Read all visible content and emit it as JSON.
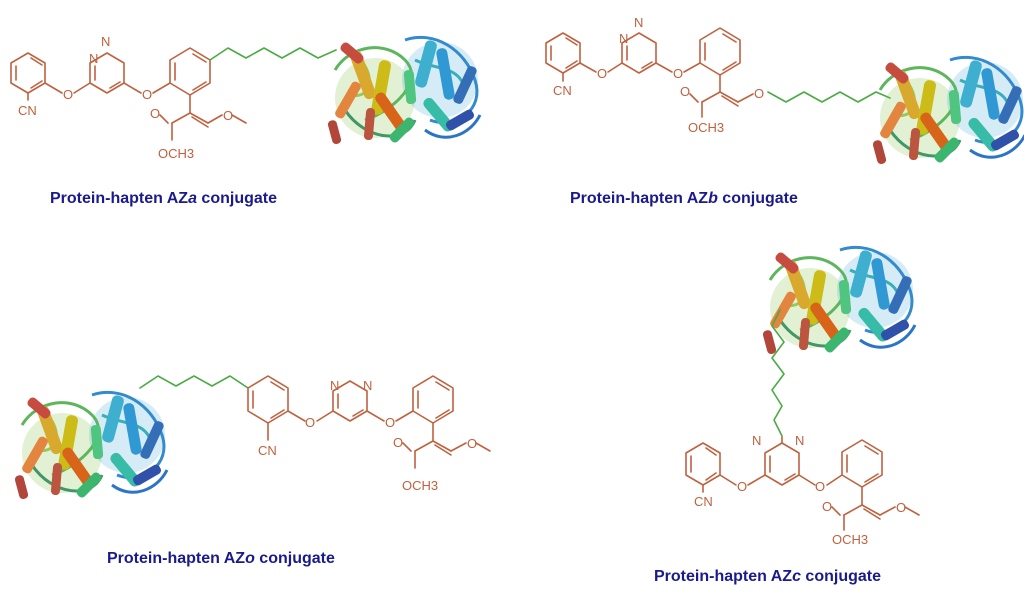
{
  "colors": {
    "structure": "#c0613f",
    "linker": "#4aaa44",
    "caption": "#1a1a8c"
  },
  "atoms": {
    "N": "N",
    "O": "O",
    "CN": "CN",
    "OCH3": "OCH3"
  },
  "captions": {
    "a": {
      "prefix": "Protein-hapten AZ",
      "letter": "a",
      "suffix": " conjugate"
    },
    "b": {
      "prefix": "Protein-hapten AZ",
      "letter": "b",
      "suffix": " conjugate"
    },
    "o": {
      "prefix": "Protein-hapten AZ",
      "letter": "o",
      "suffix": " conjugate"
    },
    "c": {
      "prefix": "Protein-hapten AZ",
      "letter": "c",
      "suffix": " conjugate"
    }
  }
}
